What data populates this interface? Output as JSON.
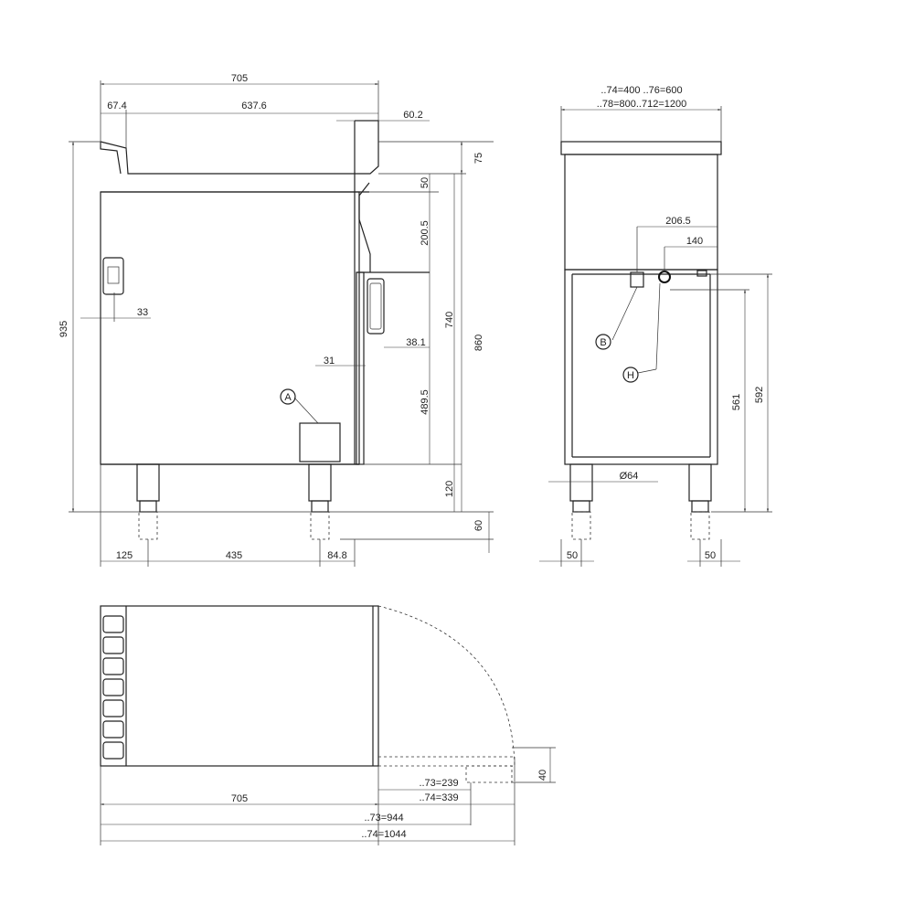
{
  "side_view": {
    "dims": {
      "total_width": "705",
      "left_offset": "67.4",
      "top_width": "637.6",
      "right_overhang": "60.2",
      "top_height": "75",
      "d50": "50",
      "d200": "200.5",
      "d740": "740",
      "d860": "860",
      "d935": "935",
      "d33": "33",
      "d38": "38.1",
      "d31": "31",
      "d489": "489.5",
      "d120": "120",
      "d60": "60",
      "d125": "125",
      "d435": "435",
      "d84": "84.8"
    },
    "label_a": "A"
  },
  "front_view": {
    "width_line1": "..74=400 ..76=600",
    "width_line2": "..78=800..712=1200",
    "d206": "206.5",
    "d140": "140",
    "d561": "561",
    "d592": "592",
    "d64": "Ø64",
    "d50_left": "50",
    "d50_right": "50",
    "label_b": "B",
    "label_h": "H"
  },
  "top_view": {
    "total": "705",
    "r239": "..73=239",
    "r339": "..74=339",
    "r944": "..73=944",
    "r1044": "..74=1044",
    "d40": "40"
  }
}
